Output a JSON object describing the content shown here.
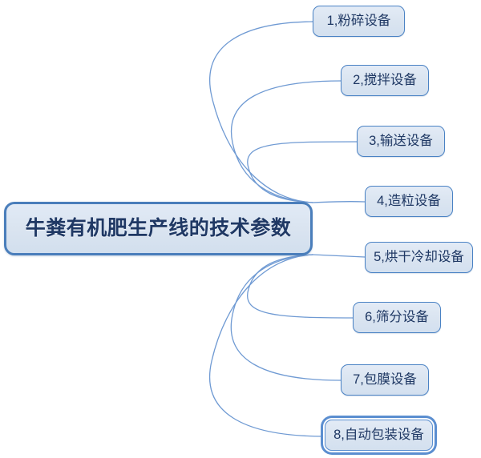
{
  "diagram": {
    "type": "mind-map",
    "orientation": "left-root-right-children",
    "background_color": "#ffffff",
    "accent_color": "#4a7ebb",
    "node_fill_color": "#dbe5f1",
    "node_text_color": "#1f3864",
    "connector_color": "#6f9ad3",
    "center": {
      "label": "牛粪有机肥生产线的技术参数"
    },
    "children": [
      {
        "id": 1,
        "label": "1,粉碎设备",
        "selected": false
      },
      {
        "id": 2,
        "label": "2,搅拌设备",
        "selected": false
      },
      {
        "id": 3,
        "label": "3,输送设备",
        "selected": false
      },
      {
        "id": 4,
        "label": "4,造粒设备",
        "selected": false
      },
      {
        "id": 5,
        "label": "5,烘干冷却设备",
        "selected": false
      },
      {
        "id": 6,
        "label": "6,筛分设备",
        "selected": false
      },
      {
        "id": 7,
        "label": "7,包膜设备",
        "selected": false
      },
      {
        "id": 8,
        "label": "8,自动包装设备",
        "selected": true
      }
    ]
  }
}
